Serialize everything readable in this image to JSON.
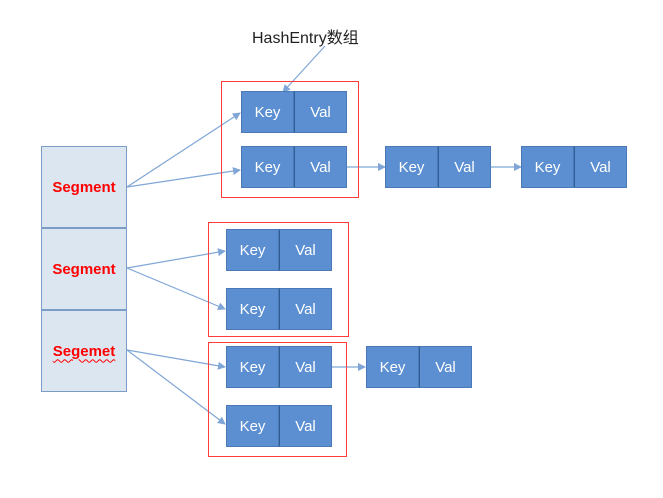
{
  "title": "HashEntry数组",
  "segments": [
    "Segment",
    "Segment",
    "Segemet"
  ],
  "entry_labels": {
    "key": "Key",
    "val": "Val"
  },
  "colors": {
    "entry_fill": "#5b8fd1",
    "segment_fill": "#dce6f1",
    "segment_text": "#ff0000",
    "bucket_border": "#ff3b3b",
    "arrow": "#7fa6d6"
  }
}
